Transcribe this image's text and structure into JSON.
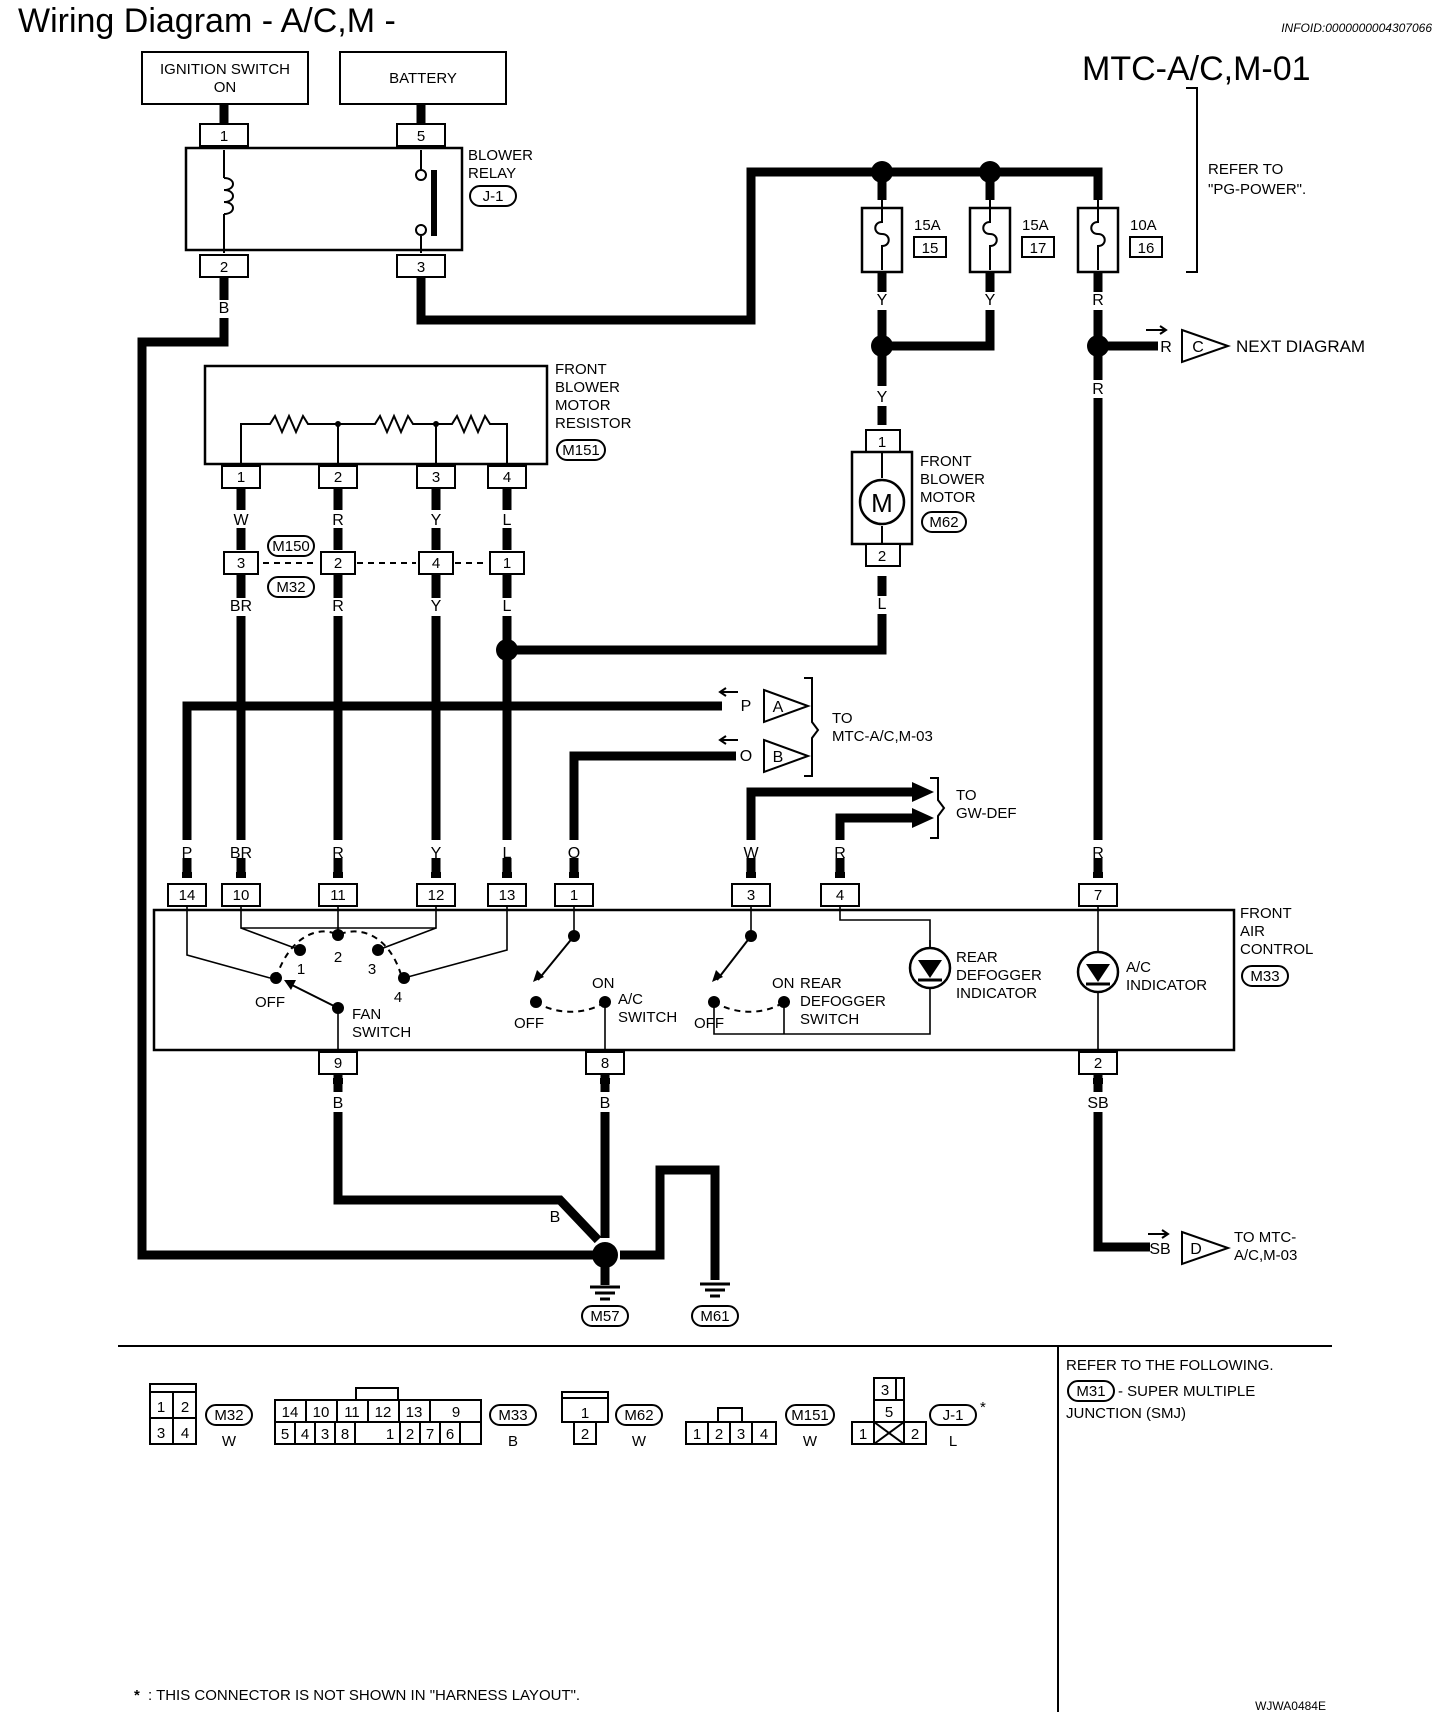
{
  "header": {
    "title": "Wiring Diagram - A/C,M -",
    "info_id": "INFOID:0000000004307066",
    "diagram_code": "MTC-A/C,M-01",
    "refer_pg_power": [
      "REFER TO",
      "\"PG-POWER\"."
    ]
  },
  "sources": {
    "ignition": [
      "IGNITION SWITCH",
      "ON"
    ],
    "battery": "BATTERY"
  },
  "components": {
    "blower_relay": {
      "label": [
        "BLOWER",
        "RELAY"
      ],
      "code": "J-1",
      "pins": [
        "1",
        "5",
        "2",
        "3"
      ]
    },
    "fuses": [
      {
        "rating": "15A",
        "number": "15"
      },
      {
        "rating": "15A",
        "number": "17"
      },
      {
        "rating": "10A",
        "number": "16"
      }
    ],
    "resistor": {
      "label": [
        "FRONT",
        "BLOWER",
        "MOTOR",
        "RESISTOR"
      ],
      "code": "M151",
      "pins": [
        "1",
        "2",
        "3",
        "4"
      ]
    },
    "blower_motor": {
      "label": [
        "FRONT",
        "BLOWER",
        "MOTOR"
      ],
      "code": "M62",
      "pins": [
        "1",
        "2"
      ],
      "symbol": "M"
    },
    "inline_connector": {
      "codes": [
        "M150",
        "M32"
      ],
      "pins": [
        "3",
        "2",
        "4",
        "1"
      ]
    },
    "front_air_control": {
      "label": [
        "FRONT",
        "AIR",
        "CONTROL"
      ],
      "code": "M33",
      "top_pins": [
        "14",
        "10",
        "11",
        "12",
        "13",
        "1",
        "3",
        "4",
        "7"
      ],
      "bottom_pins": [
        "9",
        "8",
        "2"
      ],
      "fan_switch": {
        "label": [
          "FAN",
          "SWITCH"
        ],
        "positions": [
          "OFF",
          "1",
          "2",
          "3",
          "4"
        ]
      },
      "ac_switch": {
        "label": [
          "A/C",
          "SWITCH"
        ],
        "on": "ON",
        "off": "OFF"
      },
      "rear_defogger_switch": {
        "label": [
          "REAR",
          "DEFOGGER",
          "SWITCH"
        ],
        "on": "ON",
        "off": "OFF"
      },
      "rear_defogger_indicator": [
        "REAR",
        "DEFOGGER",
        "INDICATOR"
      ],
      "ac_indicator": [
        "A/C",
        "INDICATOR"
      ]
    },
    "grounds": [
      "M57",
      "M61"
    ]
  },
  "wire_colors": {
    "relay_out": "B",
    "fuse_15": "Y",
    "fuse_17": "Y",
    "fuse_16": "R",
    "motor_in": "Y",
    "motor_out": "L",
    "next_diagram": "R",
    "r_down": "R",
    "res_pins": [
      "W",
      "R",
      "Y",
      "L"
    ],
    "harness": [
      "BR",
      "R",
      "Y",
      "L"
    ],
    "fac_top": [
      "P",
      "BR",
      "R",
      "Y",
      "L",
      "O",
      "W",
      "R",
      "R"
    ],
    "fac_bottom": [
      "B",
      "B",
      "SB"
    ],
    "ground_wires": [
      "B",
      "B",
      "B",
      "B",
      "B"
    ],
    "offpage_a": "P",
    "offpage_b": "O",
    "offpage_d": "SB"
  },
  "offpage": {
    "c": {
      "letter": "C",
      "text": "NEXT DIAGRAM"
    },
    "a": {
      "letter": "A"
    },
    "b": {
      "letter": "B"
    },
    "to_mtc03": [
      "TO",
      "MTC-A/C,M-03"
    ],
    "to_gwdef": [
      "TO",
      "GW-DEF"
    ],
    "d": {
      "letter": "D",
      "text": [
        "TO MTC-",
        "A/C,M-03"
      ]
    }
  },
  "connector_legend": {
    "m32": {
      "code": "M32",
      "color": "W",
      "pins": [
        "1",
        "2",
        "3",
        "4"
      ]
    },
    "m33": {
      "code": "M33",
      "color": "B",
      "top": [
        "14",
        "10",
        "11",
        "12",
        "13",
        "9"
      ],
      "bottom": [
        "5",
        "4",
        "3",
        "8",
        "1",
        "2",
        "7",
        "6"
      ]
    },
    "m62": {
      "code": "M62",
      "color": "W",
      "pins": [
        "1",
        "2"
      ]
    },
    "m151": {
      "code": "M151",
      "color": "W",
      "pins": [
        "1",
        "2",
        "3",
        "4"
      ]
    },
    "j1": {
      "code": "J-1",
      "color": "L",
      "star": "*",
      "pins": [
        "3",
        "5",
        "1",
        "2"
      ]
    }
  },
  "footer": {
    "refer_following": "REFER TO THE FOLLOWING.",
    "smj_code": "M31",
    "smj_text": "- SUPER MULTIPLE",
    "smj_text2": "JUNCTION (SMJ)",
    "note_star": "*",
    "note": ": THIS CONNECTOR IS NOT SHOWN IN \"HARNESS LAYOUT\".",
    "code": "WJWA0484E"
  }
}
